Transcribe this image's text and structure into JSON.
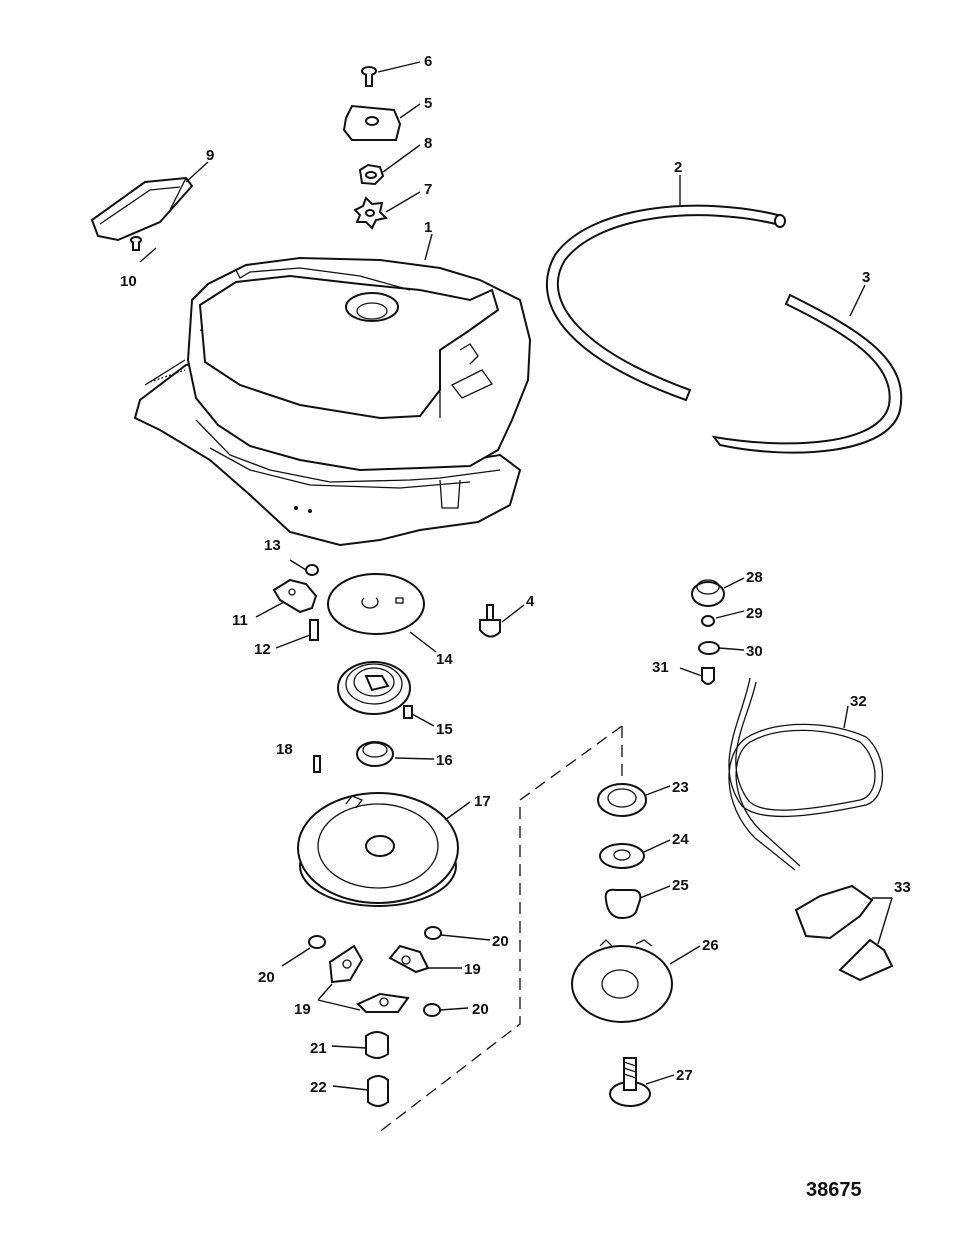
{
  "diagram": {
    "figure_number": "38675",
    "callouts": [
      "1",
      "2",
      "3",
      "4",
      "5",
      "6",
      "7",
      "8",
      "9",
      "10",
      "11",
      "12",
      "13",
      "14",
      "15",
      "16",
      "17",
      "18",
      "19",
      "19",
      "20",
      "20",
      "20",
      "21",
      "22",
      "23",
      "24",
      "25",
      "26",
      "27",
      "28",
      "29",
      "30",
      "31",
      "32",
      "33"
    ]
  }
}
